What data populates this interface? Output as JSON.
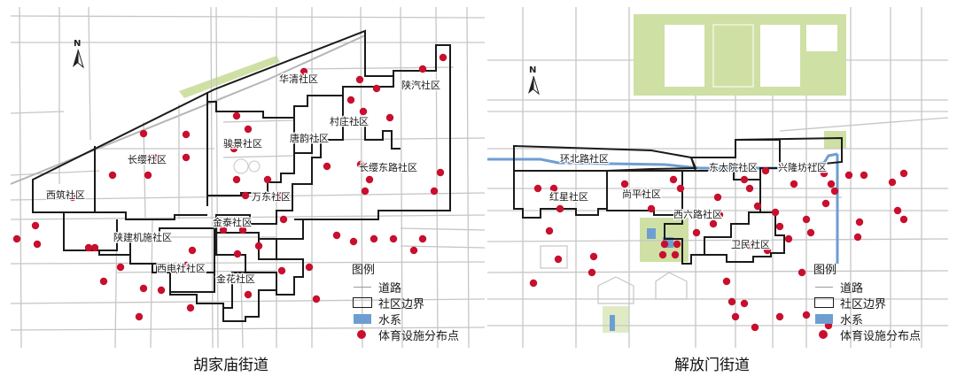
{
  "maps": {
    "left": {
      "caption": "胡家庙街道",
      "communities": [
        "西筑社区",
        "长缨社区",
        "骏景社区",
        "唐韵社区",
        "华清社区",
        "陕汽社区",
        "村庄社区",
        "长缨东路社区",
        "万东社区",
        "金泰社区",
        "陕建机施社区",
        "西电社社区",
        "金花社区"
      ],
      "north_label": "N"
    },
    "right": {
      "caption": "解放门街道",
      "communities": [
        "环北路社区",
        "红星社区",
        "尚平社区",
        "东大院社区",
        "兴隆坊社区",
        "西六路社区",
        "卫民社区"
      ],
      "north_label": "N"
    }
  },
  "legend": {
    "title": "图例",
    "items": [
      {
        "label": "道路",
        "symbol": "road-line-icon"
      },
      {
        "label": "社区边界",
        "symbol": "boundary-rect-icon"
      },
      {
        "label": "水系",
        "symbol": "water-rect-icon"
      },
      {
        "label": "体育设施分布点",
        "symbol": "facility-dot-icon"
      }
    ]
  },
  "colors": {
    "facility_dot": "#c8102e",
    "road": "#c6c6c6",
    "boundary": "#1a1a1a",
    "water": "#6e9ed1",
    "green_space": "#cfe0a4"
  }
}
